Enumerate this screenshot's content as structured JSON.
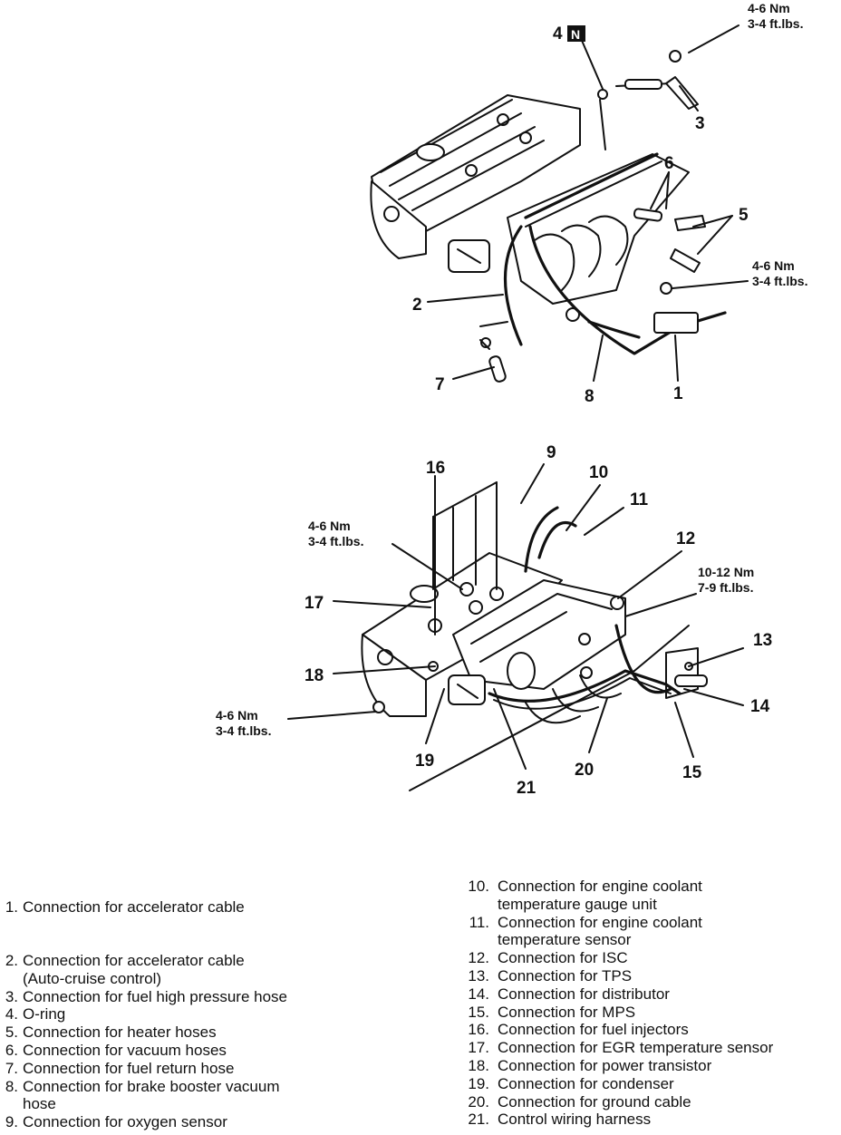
{
  "callouts": {
    "c1": "1",
    "c2": "2",
    "c3": "3",
    "c4": "4",
    "c4_badge": "N",
    "c5": "5",
    "c6": "6",
    "c7": "7",
    "c8": "8",
    "c9": "9",
    "c10": "10",
    "c11": "11",
    "c12": "12",
    "c13": "13",
    "c14": "14",
    "c15": "15",
    "c16": "16",
    "c17": "17",
    "c18": "18",
    "c19": "19",
    "c20": "20",
    "c21": "21"
  },
  "torque": {
    "t_top_nm": "4-6 Nm",
    "t_top_ft": "3-4 ft.lbs.",
    "t_mid_nm": "4-6 Nm",
    "t_mid_ft": "3-4 ft.lbs.",
    "t_lower_nm": "4-6 Nm",
    "t_lower_ft": "3-4 ft.lbs.",
    "t_right_nm": "10-12 Nm",
    "t_right_ft": "7-9 ft.lbs.",
    "t_left_nm": "4-6 Nm",
    "t_left_ft": "3-4 ft.lbs."
  },
  "legend_left": [
    {
      "num": "1.",
      "text": "Connection for accelerator cable"
    },
    {
      "num": "2.",
      "text": "Connection for accelerator cable\n(Auto-cruise control)"
    },
    {
      "num": "3.",
      "text": "Connection for fuel high pressure hose"
    },
    {
      "num": "4.",
      "text": "O-ring"
    },
    {
      "num": "5.",
      "text": "Connection for heater hoses"
    },
    {
      "num": "6.",
      "text": "Connection for vacuum hoses"
    },
    {
      "num": "7.",
      "text": "Connection for fuel return hose"
    },
    {
      "num": "8.",
      "text": "Connection for brake booster vacuum\nhose"
    },
    {
      "num": "9.",
      "text": "Connection for oxygen sensor"
    }
  ],
  "legend_right": [
    {
      "num": "10.",
      "text": "Connection for engine coolant\ntemperature gauge unit"
    },
    {
      "num": "11.",
      "text": "Connection for engine coolant\ntemperature sensor"
    },
    {
      "num": "12.",
      "text": "Connection for ISC"
    },
    {
      "num": "13.",
      "text": "Connection for TPS"
    },
    {
      "num": "14.",
      "text": "Connection for distributor"
    },
    {
      "num": "15.",
      "text": "Connection for MPS"
    },
    {
      "num": "16.",
      "text": "Connection for fuel injectors"
    },
    {
      "num": "17.",
      "text": "Connection for EGR temperature sensor"
    },
    {
      "num": "18.",
      "text": "Connection for power transistor"
    },
    {
      "num": "19.",
      "text": "Connection for condenser"
    },
    {
      "num": "20.",
      "text": "Connection for ground cable"
    },
    {
      "num": "21.",
      "text": "Control wiring harness"
    }
  ]
}
